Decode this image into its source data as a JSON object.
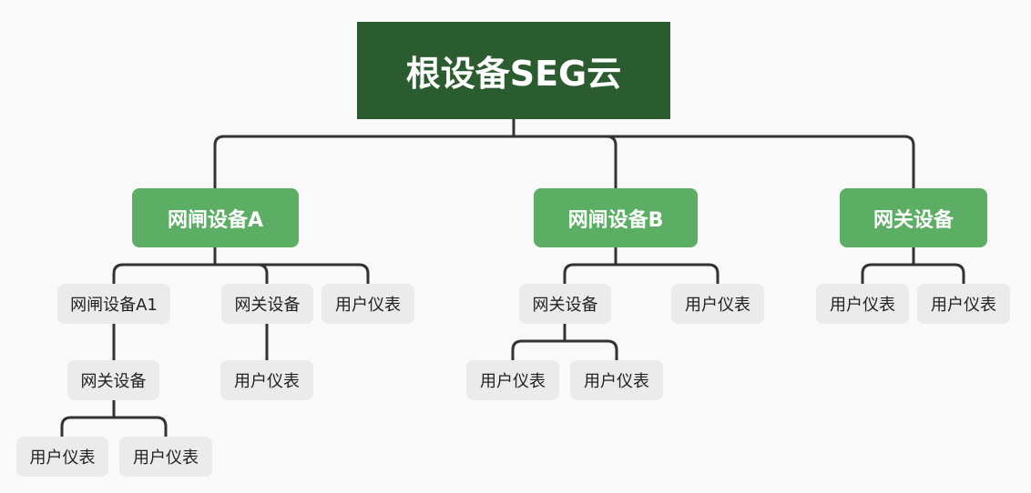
{
  "root": {
    "label": "根设备SEG云"
  },
  "branches": [
    {
      "label": "网闸设备A",
      "children": [
        {
          "label": "网闸设备A1",
          "children": [
            {
              "label": "网关设备",
              "children": [
                {
                  "label": "用户仪表"
                },
                {
                  "label": "用户仪表"
                }
              ]
            }
          ]
        },
        {
          "label": "网关设备",
          "children": [
            {
              "label": "用户仪表"
            }
          ]
        },
        {
          "label": "用户仪表"
        }
      ]
    },
    {
      "label": "网闸设备B",
      "children": [
        {
          "label": "网关设备",
          "children": [
            {
              "label": "用户仪表"
            },
            {
              "label": "用户仪表"
            }
          ]
        },
        {
          "label": "用户仪表"
        }
      ]
    },
    {
      "label": "网关设备",
      "children": [
        {
          "label": "用户仪表"
        },
        {
          "label": "用户仪表"
        }
      ]
    }
  ],
  "colors": {
    "root_fill": "#2b5c2f",
    "branch_fill": "#5cae65",
    "leaf_fill": "#ebebeb",
    "connector": "#333333",
    "background": "#f9f9f9"
  }
}
